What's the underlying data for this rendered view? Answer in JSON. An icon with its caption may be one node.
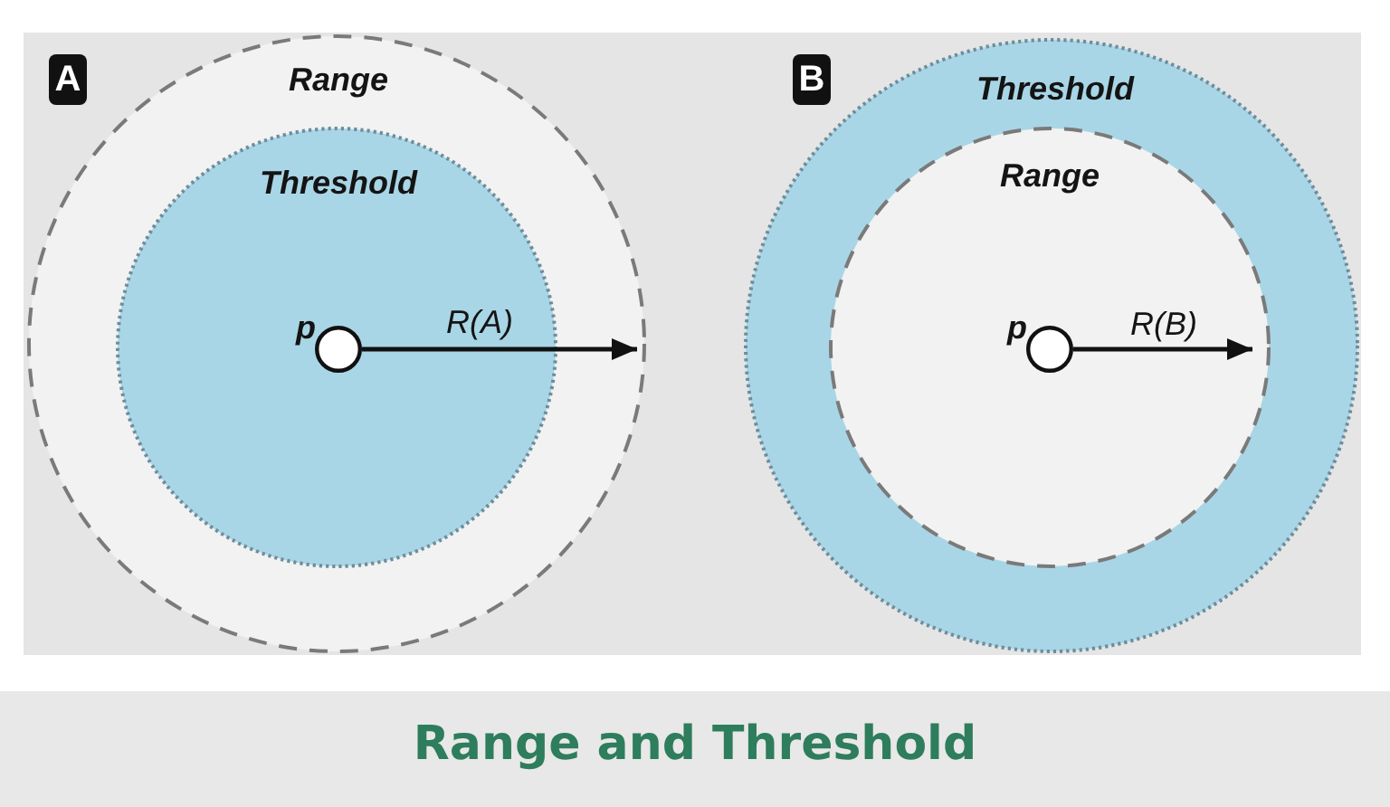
{
  "diagram": {
    "caption": "Range and Threshold",
    "nodes": [
      {
        "text": [
          "A"
        ]
      },
      {
        "text": [
          "Range"
        ]
      },
      {
        "text": [
          "Threshold"
        ],
        "in": 1
      },
      {
        "text": [],
        "shape": "circle",
        "beside": [
          "p"
        ],
        "in": 2
      },
      {
        "text": [
          "B"
        ]
      },
      {
        "text": [
          "Threshold"
        ]
      },
      {
        "text": [
          "Range"
        ],
        "in": 5
      },
      {
        "text": [],
        "shape": "circle",
        "beside": [
          "p"
        ],
        "in": 6
      }
    ],
    "edges": [
      {
        "from": 3,
        "to": null,
        "arrow": "to",
        "label": "R(A)"
      },
      {
        "from": 7,
        "to": null,
        "arrow": "to",
        "label": "R(B)"
      }
    ]
  }
}
